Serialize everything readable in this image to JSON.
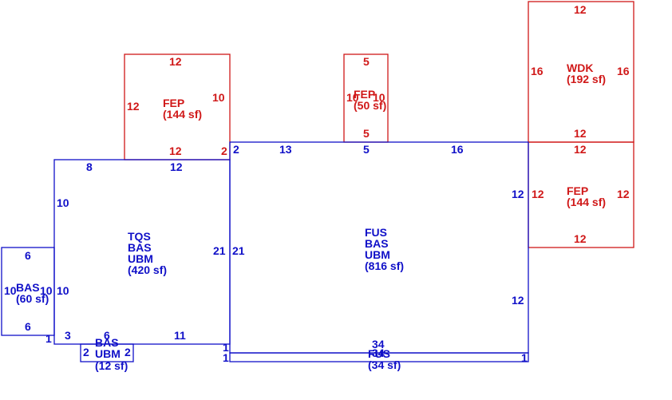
{
  "colors": {
    "blue": "#1010c8",
    "red": "#d01818"
  },
  "areas": {
    "fep_left": {
      "name": "FEP",
      "area": "(144 sf)",
      "dim_top": "12",
      "dim_left": "12",
      "dim_right": "10",
      "dim_bottom": "12",
      "dim_bottom_right": "2"
    },
    "fep_mid": {
      "name": "FEP",
      "area": "(50 sf)",
      "dim_top": "5",
      "dim_left": "10",
      "dim_right": "10",
      "dim_bottom": "5"
    },
    "wdk": {
      "name": "WDK",
      "area": "(192 sf)",
      "dim_top": "12",
      "dim_left": "16",
      "dim_right": "16",
      "dim_bottom": "12"
    },
    "fep_right": {
      "name": "FEP",
      "area": "(144 sf)",
      "dim_top": "12",
      "dim_left": "12",
      "dim_right": "12",
      "dim_bottom": "12"
    },
    "tqs": {
      "line1": "TQS",
      "line2": "BAS",
      "line3": "UBM",
      "area": "(420 sf)",
      "dim_top_left": "8",
      "dim_top_right": "12",
      "dim_left": "10",
      "dim_left_lower": "10",
      "dim_right": "21",
      "dim_bottom_left": "3",
      "dim_bottom_right": "11",
      "dim_corner": "1"
    },
    "fus_main": {
      "line1": "FUS",
      "line2": "BAS",
      "line3": "UBM",
      "area": "(816 sf)",
      "dim_top_a": "2",
      "dim_top_b": "13",
      "dim_top_c": "5",
      "dim_top_d": "16",
      "dim_left": "21",
      "dim_right_upper": "12",
      "dim_right_lower": "12",
      "dim_bottom": "34"
    },
    "bas_small": {
      "name": "BAS",
      "area": "(60 sf)",
      "dim_top": "6",
      "dim_left": "10",
      "dim_right": "10",
      "dim_bottom": "6"
    },
    "bas_tiny": {
      "line1": "BAS",
      "line2": "UBM",
      "area": "(12 sf)",
      "dim_top": "6",
      "dim_left": "2",
      "dim_right": "2"
    },
    "fus_strip": {
      "name": "FUS",
      "area": "(34 sf)",
      "dim_top": "34",
      "dim_left_a": "1",
      "dim_left_b": "1",
      "dim_right": "1"
    }
  }
}
